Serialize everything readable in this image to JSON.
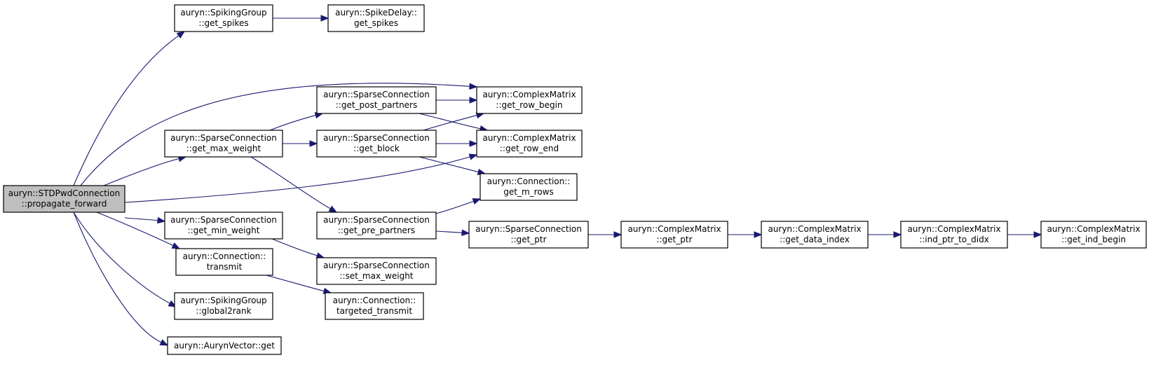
{
  "colors": {
    "edge": "#191970",
    "node_fill": "#ffffff",
    "root_fill": "#bfbfbf",
    "node_border": "#000000"
  },
  "nodes": [
    {
      "id": "root",
      "line1": "auryn::STDPwdConnection",
      "line2": "::propagate_forward",
      "root": true
    },
    {
      "id": "sg_get_spikes",
      "line1": "auryn::SpikingGroup",
      "line2": "::get_spikes"
    },
    {
      "id": "sd_get_spikes",
      "line1": "auryn::SpikeDelay::",
      "line2": "get_spikes"
    },
    {
      "id": "sc_get_max_weight",
      "line1": "auryn::SparseConnection",
      "line2": "::get_max_weight"
    },
    {
      "id": "sc_get_post_partners",
      "line1": "auryn::SparseConnection",
      "line2": "::get_post_partners"
    },
    {
      "id": "sc_get_block",
      "line1": "auryn::SparseConnection",
      "line2": "::get_block"
    },
    {
      "id": "cm_get_row_begin",
      "line1": "auryn::ComplexMatrix",
      "line2": "::get_row_begin"
    },
    {
      "id": "cm_get_row_end",
      "line1": "auryn::ComplexMatrix",
      "line2": "::get_row_end"
    },
    {
      "id": "conn_get_m_rows",
      "line1": "auryn::Connection::",
      "line2": "get_m_rows"
    },
    {
      "id": "sc_get_min_weight",
      "line1": "auryn::SparseConnection",
      "line2": "::get_min_weight"
    },
    {
      "id": "sc_get_pre_partners",
      "line1": "auryn::SparseConnection",
      "line2": "::get_pre_partners"
    },
    {
      "id": "sc_get_ptr",
      "line1": "auryn::SparseConnection",
      "line2": "::get_ptr"
    },
    {
      "id": "cm_get_ptr",
      "line1": "auryn::ComplexMatrix",
      "line2": "::get_ptr"
    },
    {
      "id": "cm_get_data_index",
      "line1": "auryn::ComplexMatrix",
      "line2": "::get_data_index"
    },
    {
      "id": "cm_ind_ptr_to_didx",
      "line1": "auryn::ComplexMatrix",
      "line2": "::ind_ptr_to_didx"
    },
    {
      "id": "cm_get_ind_begin",
      "line1": "auryn::ComplexMatrix",
      "line2": "::get_ind_begin"
    },
    {
      "id": "sc_set_max_weight",
      "line1": "auryn::SparseConnection",
      "line2": "::set_max_weight"
    },
    {
      "id": "conn_transmit",
      "line1": "auryn::Connection::",
      "line2": "transmit"
    },
    {
      "id": "conn_targeted_transmit",
      "line1": "auryn::Connection::",
      "line2": "targeted_transmit"
    },
    {
      "id": "sg_global2rank",
      "line1": "auryn::SpikingGroup",
      "line2": "::global2rank"
    },
    {
      "id": "av_get",
      "line1": "auryn::AurynVector::get",
      "line2": ""
    }
  ],
  "edges": [
    {
      "from": "root",
      "to": "sg_get_spikes"
    },
    {
      "from": "root",
      "to": "cm_get_row_begin"
    },
    {
      "from": "root",
      "to": "sc_get_max_weight"
    },
    {
      "from": "root",
      "to": "cm_get_row_end"
    },
    {
      "from": "root",
      "to": "sc_get_min_weight"
    },
    {
      "from": "root",
      "to": "conn_transmit"
    },
    {
      "from": "root",
      "to": "sg_global2rank"
    },
    {
      "from": "root",
      "to": "av_get"
    },
    {
      "from": "sg_get_spikes",
      "to": "sd_get_spikes"
    },
    {
      "from": "sc_get_max_weight",
      "to": "sc_get_post_partners"
    },
    {
      "from": "sc_get_max_weight",
      "to": "sc_get_block"
    },
    {
      "from": "sc_get_max_weight",
      "to": "sc_get_pre_partners"
    },
    {
      "from": "sc_get_post_partners",
      "to": "cm_get_row_begin"
    },
    {
      "from": "sc_get_post_partners",
      "to": "cm_get_row_end"
    },
    {
      "from": "sc_get_block",
      "to": "cm_get_row_begin"
    },
    {
      "from": "sc_get_block",
      "to": "cm_get_row_end"
    },
    {
      "from": "sc_get_block",
      "to": "conn_get_m_rows"
    },
    {
      "from": "sc_get_pre_partners",
      "to": "conn_get_m_rows"
    },
    {
      "from": "sc_get_pre_partners",
      "to": "sc_get_ptr"
    },
    {
      "from": "sc_get_ptr",
      "to": "cm_get_ptr"
    },
    {
      "from": "cm_get_ptr",
      "to": "cm_get_data_index"
    },
    {
      "from": "cm_get_data_index",
      "to": "cm_ind_ptr_to_didx"
    },
    {
      "from": "cm_ind_ptr_to_didx",
      "to": "cm_get_ind_begin"
    },
    {
      "from": "sc_get_min_weight",
      "to": "sc_set_max_weight"
    },
    {
      "from": "conn_transmit",
      "to": "conn_targeted_transmit"
    }
  ]
}
